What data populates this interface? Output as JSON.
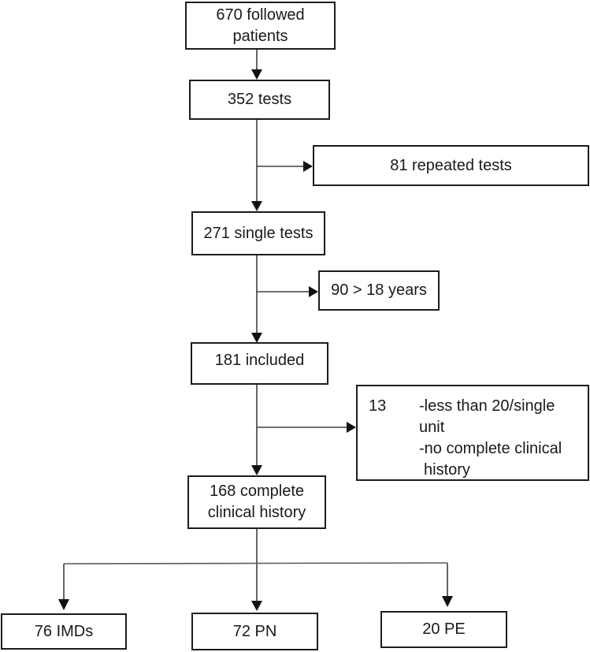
{
  "diagram": {
    "title": "patient flow diagram",
    "nodes": {
      "followed_patients": {
        "label": "670 followed patients"
      },
      "tests": {
        "label": "352 tests"
      },
      "repeated_tests": {
        "label": "81 repeated tests"
      },
      "single_tests": {
        "label": "271 single tests"
      },
      "over_18_years": {
        "label": "90 > 18 years"
      },
      "included": {
        "label": "181 included"
      },
      "exclusions": {
        "count": "13",
        "lines": [
          "-less than 20/single unit",
          "-no complete clinical",
          "history"
        ]
      },
      "complete_history": {
        "label": "168 complete clinical history"
      },
      "imds": {
        "label": "76 IMDs"
      },
      "pn": {
        "label": "72 PN"
      },
      "pe": {
        "label": "20 PE"
      }
    },
    "colors": {
      "background": "#ffffff",
      "box_border": "#1c1c1c",
      "line": "#404040",
      "branch_line": "#5a5a5a",
      "arrowhead": "#111111",
      "text": "#1a1a1a"
    }
  }
}
